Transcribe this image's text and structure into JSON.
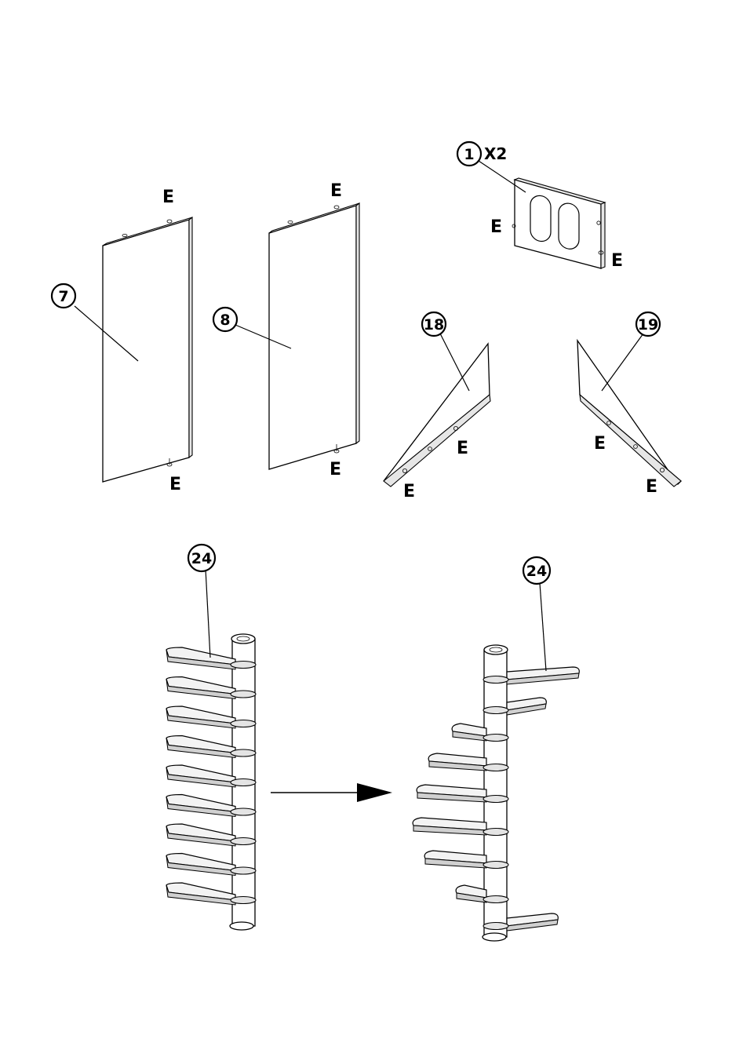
{
  "labels": {
    "part_7": "7",
    "part_8": "8",
    "part_1": "1",
    "part_1_qty": "X2",
    "part_18": "18",
    "part_19": "19",
    "part_24_left": "24",
    "part_24_right": "24",
    "hole_letter": "E"
  }
}
